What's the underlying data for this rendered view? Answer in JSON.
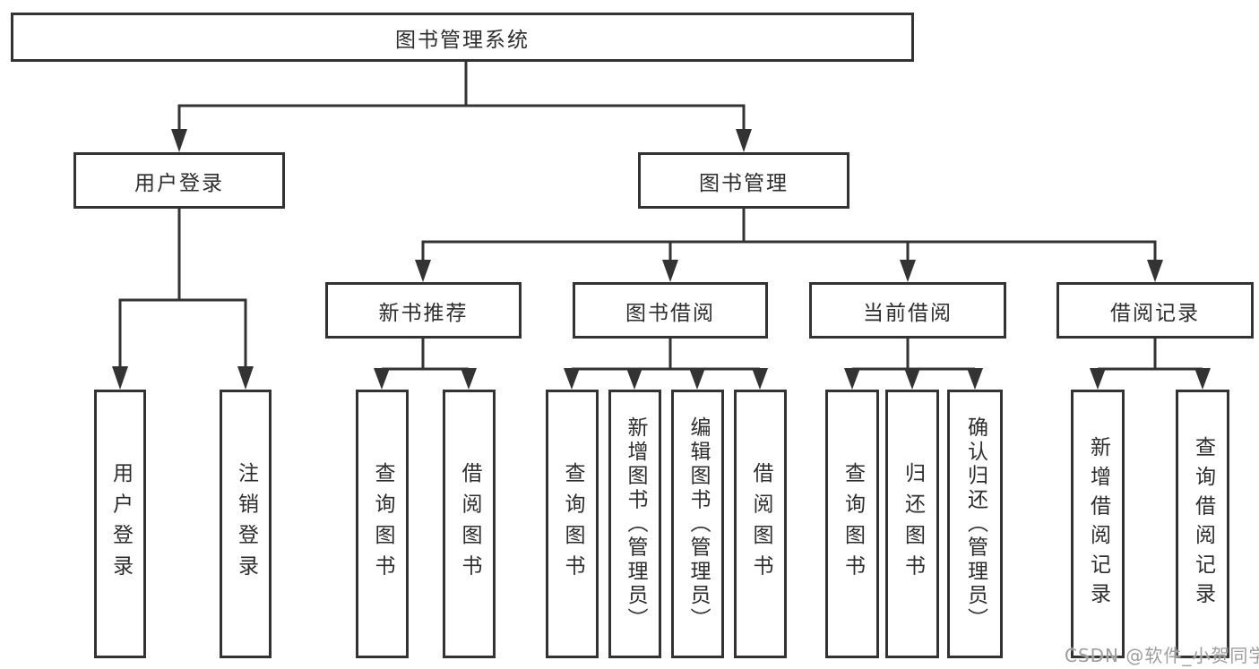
{
  "root": {
    "label": "图书管理系统"
  },
  "branches": [
    {
      "label": "用户登录",
      "leaves": [
        {
          "label": "用户登录"
        },
        {
          "label": "注销登录"
        }
      ]
    },
    {
      "label": "图书管理",
      "groups": [
        {
          "label": "新书推荐",
          "leaves": [
            {
              "label": "查询图书"
            },
            {
              "label": "借阅图书"
            }
          ]
        },
        {
          "label": "图书借阅",
          "leaves": [
            {
              "label": "查询图书"
            },
            {
              "label": "新增图书（管理员）"
            },
            {
              "label": "编辑图书（管理员）"
            },
            {
              "label": "借阅图书"
            }
          ]
        },
        {
          "label": "当前借阅",
          "leaves": [
            {
              "label": "查询图书"
            },
            {
              "label": "归还图书"
            },
            {
              "label": "确认归还（管理员）"
            }
          ]
        },
        {
          "label": "借阅记录",
          "leaves": [
            {
              "label": "新增借阅记录"
            },
            {
              "label": "查询借阅记录"
            }
          ]
        }
      ]
    }
  ],
  "watermark": {
    "text": "CSDN @软件_小贺同学"
  },
  "colors": {
    "line": "#333333",
    "text": "#2d2d2d",
    "watermark": "#9e9e9e",
    "background": "#ffffff"
  }
}
